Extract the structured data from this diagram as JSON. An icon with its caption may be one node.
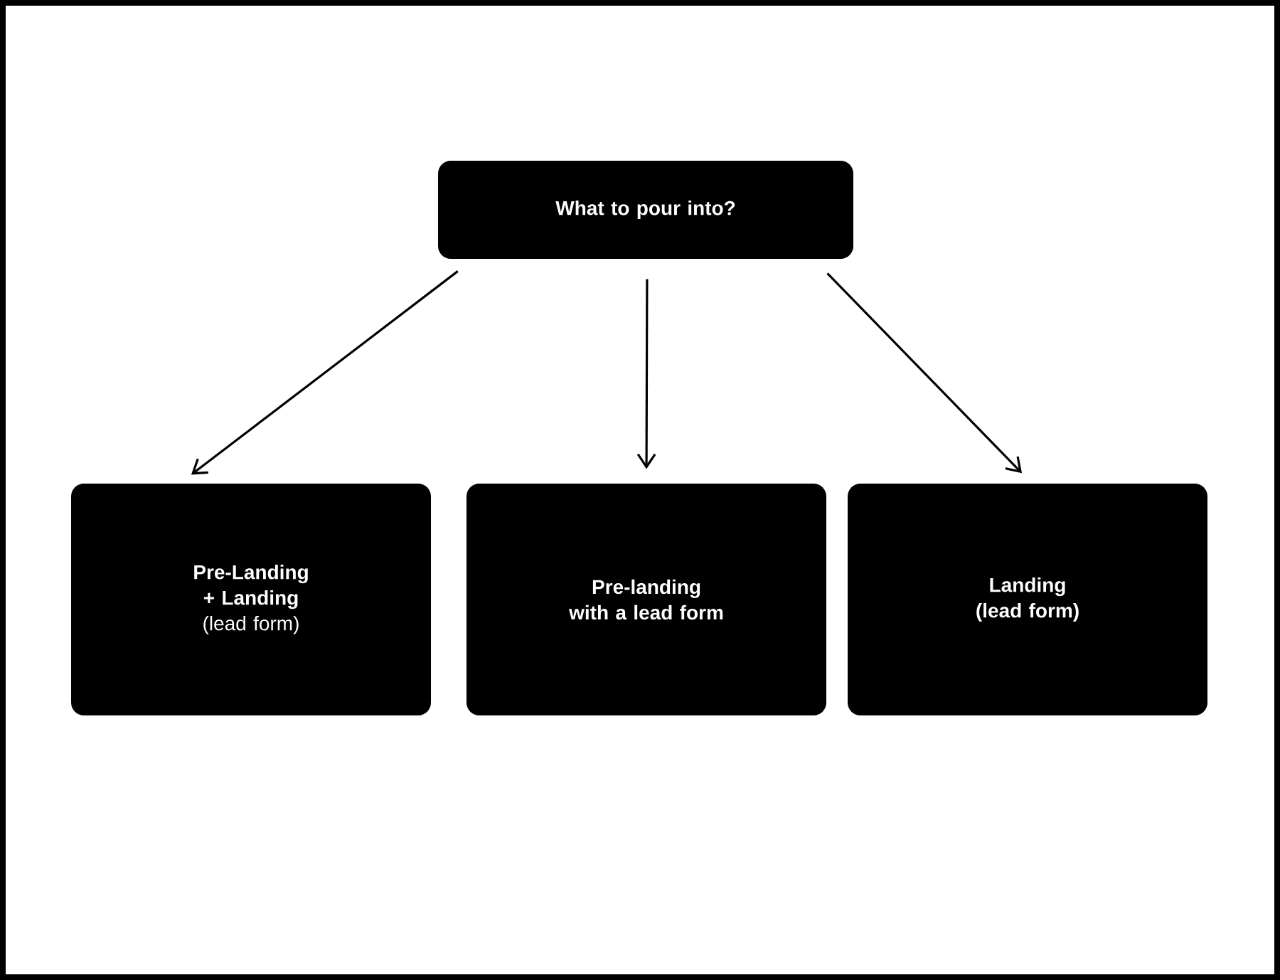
{
  "diagram": {
    "nodes": [
      {
        "text": [
          "What to pour into?"
        ]
      },
      {
        "text": [
          "**Pre-Landing + Landing** (lead form)"
        ]
      },
      {
        "text": [
          "Pre-landing with a lead form"
        ]
      },
      {
        "text": [
          "Landing (lead form)"
        ]
      }
    ],
    "edges": [
      {
        "from": 0,
        "to": 1,
        "arrow": "to"
      },
      {
        "from": 0,
        "to": 2,
        "arrow": "to"
      },
      {
        "from": 0,
        "to": 3,
        "arrow": "to"
      }
    ]
  }
}
